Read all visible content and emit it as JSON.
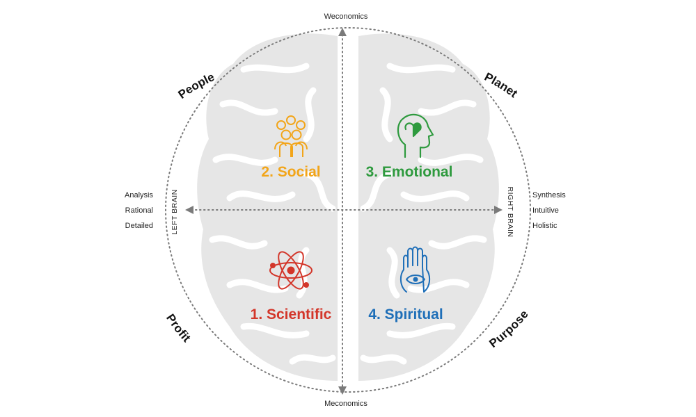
{
  "axes": {
    "top": "Weconomics",
    "bottom": "Meconomics",
    "left": "LEFT BRAIN",
    "right": "RIGHT BRAIN"
  },
  "left_traits": [
    "Analysis",
    "Rational",
    "Detailed"
  ],
  "right_traits": [
    "Synthesis",
    "Intuitive",
    "Holistic"
  ],
  "circle_labels": {
    "top_left": "People",
    "top_right": "Planet",
    "bottom_left": "Profit",
    "bottom_right": "Purpose"
  },
  "quadrants": {
    "social": {
      "label": "2. Social",
      "color": "#f2a51a",
      "icon": "group-of-people-icon"
    },
    "emotional": {
      "label": "3. Emotional",
      "color": "#2e9a3e",
      "icon": "head-with-heart-icon"
    },
    "scientific": {
      "label": "1. Scientific",
      "color": "#d3362a",
      "icon": "atom-icon"
    },
    "spiritual": {
      "label": "4. Spiritual",
      "color": "#1f6fb8",
      "icon": "hamsa-hand-eye-icon"
    }
  },
  "colors": {
    "brain": "#e6e6e6",
    "brain_folds": "#ffffff",
    "axis": "#7a7a7a"
  }
}
